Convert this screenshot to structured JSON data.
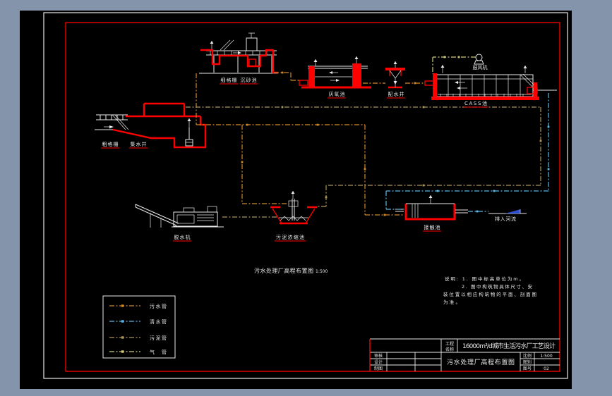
{
  "window": {
    "bg": "#8394ab",
    "canvas_bg": "#000000"
  },
  "frame": {
    "outer_border_color": "#e8e8e8",
    "inner_border_color": "#ff0000"
  },
  "labels": {
    "coarse_screen": "粗格栅",
    "collection_well": "集水井",
    "fine_screen": "细格栅",
    "grit_chamber": "沉砂池",
    "anaerobic_tank": "厌氧池",
    "distribution_well": "配水井",
    "blower": "鼓风机",
    "cass_tank": "CASS池",
    "dewatering_machine": "脱水机",
    "sludge_thickener": "污泥浓缩池",
    "contact_tank": "接触池",
    "discharge": "排入河流"
  },
  "drawing_title": {
    "text": "污水处理厂高程布置图",
    "scale": "1:500"
  },
  "notes": {
    "lines": [
      "说明: 1. 图中标高单位为m。",
      "2. 图中构筑物具体尺寸、安",
      "装位置以相应构筑物的平面、剖面图",
      "为准。"
    ]
  },
  "legend": {
    "items": [
      {
        "name": "sewage-pipe",
        "label": "污水管",
        "color": "#d0882a"
      },
      {
        "name": "clean-water-pipe",
        "label": "清水管",
        "color": "#58b8e8"
      },
      {
        "name": "sludge-pipe",
        "label": "污泥管",
        "color": "#aa9558"
      },
      {
        "name": "air-pipe",
        "label": "气  管",
        "color": "#d2cc7c"
      }
    ]
  },
  "title_block": {
    "project_label_line1": "工程",
    "project_label_line2": "名称",
    "project_name": "16000m³/d城市生活污水厂工艺设计",
    "drawing_name": "污水处理厂高程布置图",
    "rows": [
      {
        "label": "审核"
      },
      {
        "label": "设计"
      },
      {
        "label": "制图"
      }
    ],
    "scale_label": "比例",
    "scale_value": "1:500",
    "category_label": "图别",
    "category_value": "",
    "number_label": "图号",
    "number_value": "02"
  }
}
